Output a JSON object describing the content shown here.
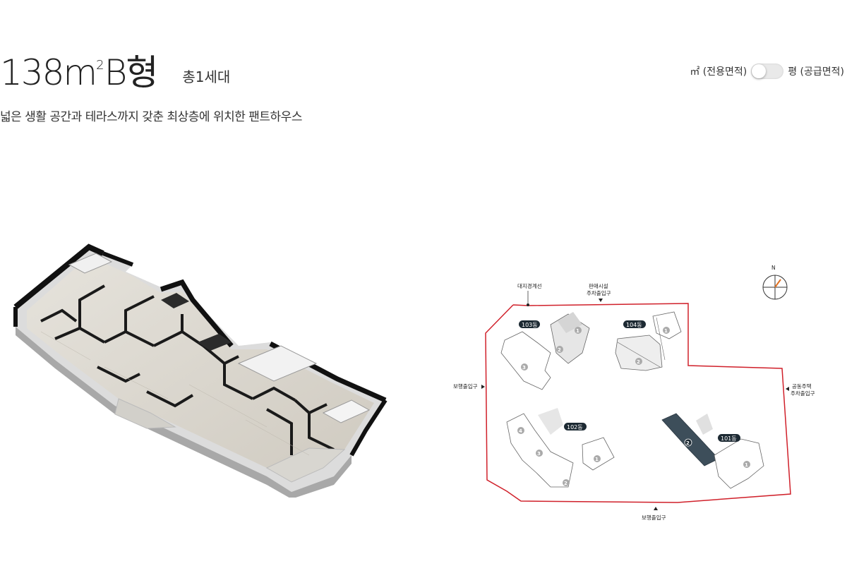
{
  "header": {
    "type_prefix": "138m",
    "type_sup": "2",
    "type_suffix": "B형",
    "units": "총1세대",
    "description": "넓은 생활 공간과 테라스까지 갖춘 최상층에 위치한 팬트하우스"
  },
  "unit_toggle": {
    "left_label": "㎡ (전용면적)",
    "right_label": "평 (공급면적)"
  },
  "siteplan": {
    "compass": "N",
    "labels": {
      "boundary": "대지경계선",
      "retail_line1": "판매시설",
      "retail_line2": "주차출입구",
      "pedestrian_left": "보행출입구",
      "pedestrian_bottom": "보행출입구",
      "apt_line1": "공동주택",
      "apt_line2": "주차출입구"
    },
    "buildings": [
      "103동",
      "104동",
      "102동",
      "101동"
    ],
    "line_numbers": {
      "b103": [
        "1",
        "2",
        "3"
      ],
      "b104": [
        "1",
        "2"
      ],
      "b102": [
        "1",
        "2",
        "3",
        "4"
      ],
      "b101": [
        "1",
        "2"
      ]
    },
    "colors": {
      "boundary": "#d0202a",
      "highlight": "#3d4e5a",
      "pill": "#1d2a33"
    }
  }
}
